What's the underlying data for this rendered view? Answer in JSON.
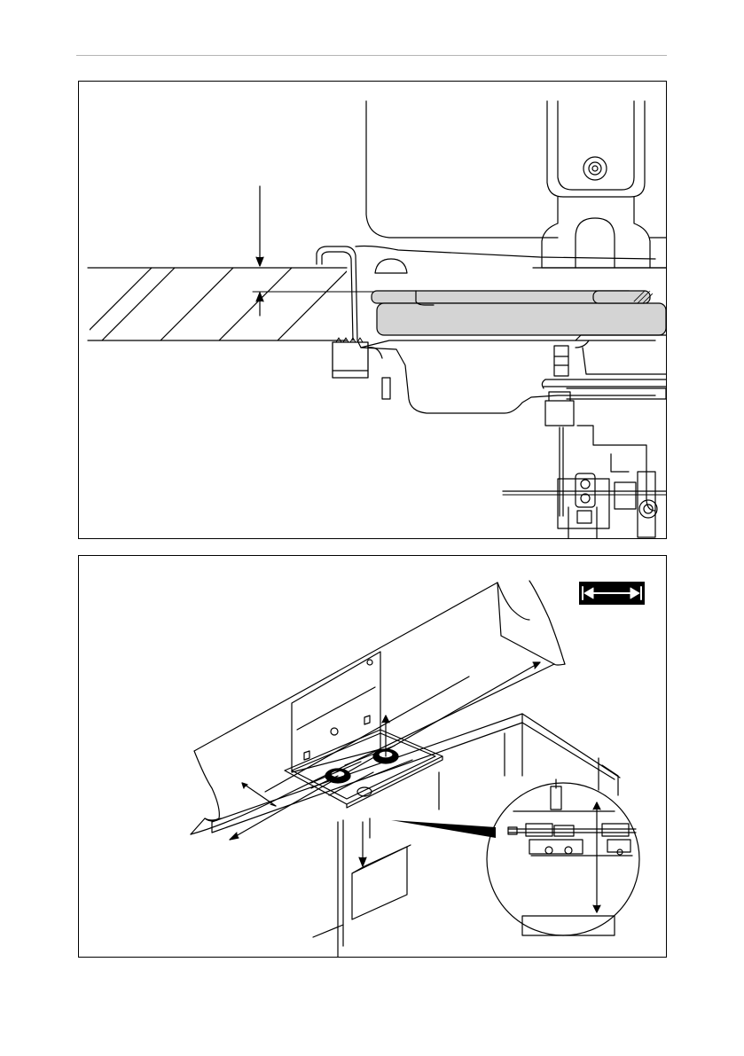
{
  "page": {
    "has_header_rule": true,
    "colors": {
      "line": "#000000",
      "fill_grey": "#d4d4d4",
      "frame": "#000000",
      "header_rule": "#b5b5b5"
    }
  },
  "figures": [
    {
      "kind": "cross-section",
      "depicts": [
        "worktop-hatched",
        "hob-frame",
        "clamping-bracket",
        "glass-panel",
        "burner",
        "pan-support",
        "gas-valve",
        "dimension-arrows"
      ]
    },
    {
      "kind": "isometric-installation",
      "depicts": [
        "worktop",
        "hob-recess",
        "two-burner-hob",
        "cabinet",
        "appliance-box",
        "dimension-arrows",
        "detail-magnifier",
        "width-symbol-badge"
      ]
    }
  ]
}
